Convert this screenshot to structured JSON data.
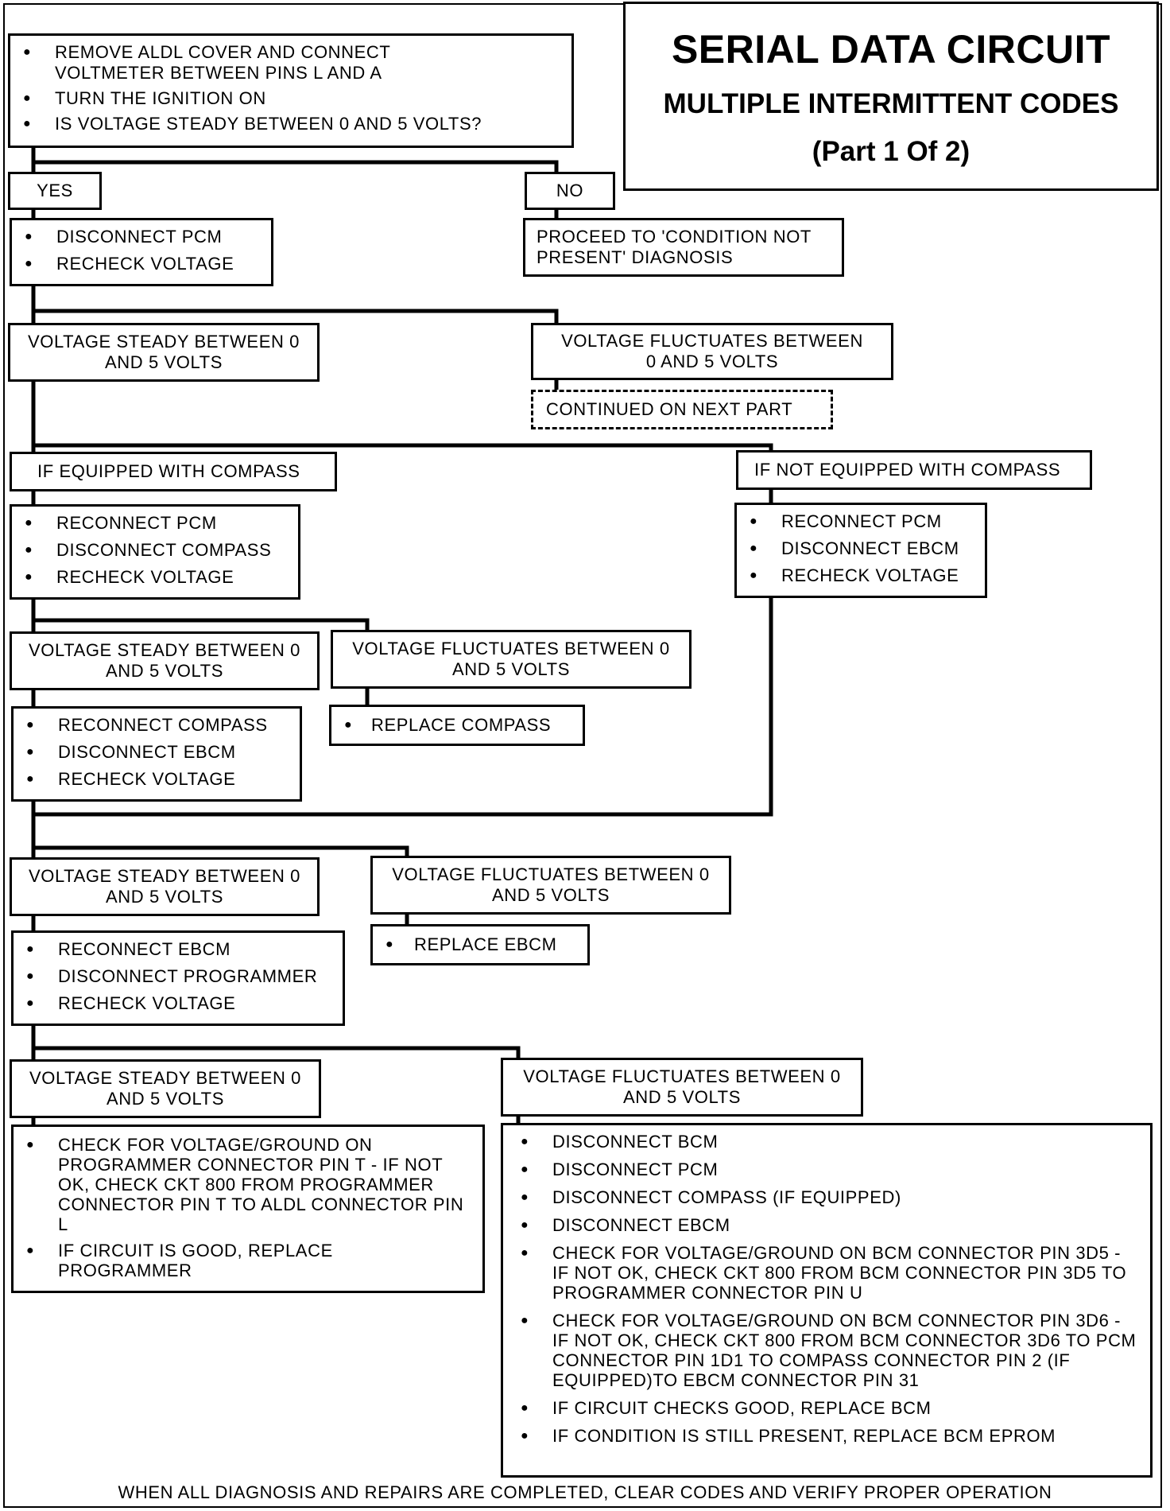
{
  "title": {
    "main": "SERIAL DATA CIRCUIT",
    "sub": "MULTIPLE INTERMITTENT CODES",
    "part": "(Part 1 Of 2)"
  },
  "start": {
    "items": [
      "REMOVE ALDL COVER AND CONNECT VOLTMETER BETWEEN PINS L AND A",
      "TURN THE IGNITION ON",
      "IS VOLTAGE STEADY BETWEEN 0 AND 5 VOLTS?"
    ]
  },
  "yes_label": "YES",
  "no_label": "NO",
  "yes_steps": [
    "DISCONNECT PCM",
    "RECHECK VOLTAGE"
  ],
  "no_action": "PROCEED TO 'CONDITION NOT PRESENT' DIAGNOSIS",
  "steady_1": "VOLTAGE STEADY BETWEEN 0 AND 5 VOLTS",
  "fluct_1": "VOLTAGE FLUCTUATES BETWEEN 0 AND 5 VOLTS",
  "continued": "CONTINUED ON NEXT PART",
  "compass_yes": "IF EQUIPPED WITH COMPASS",
  "compass_no": "IF NOT EQUIPPED WITH COMPASS",
  "compass_yes_steps": [
    "RECONNECT PCM",
    "DISCONNECT COMPASS",
    "RECHECK VOLTAGE"
  ],
  "compass_no_steps": [
    "RECONNECT PCM",
    "DISCONNECT EBCM",
    "RECHECK VOLTAGE"
  ],
  "steady_2": "VOLTAGE STEADY BETWEEN 0 AND 5 VOLTS",
  "fluct_2": "VOLTAGE FLUCTUATES BETWEEN 0 AND 5 VOLTS",
  "steady_2_steps": [
    "RECONNECT COMPASS",
    "DISCONNECT EBCM",
    "RECHECK VOLTAGE"
  ],
  "replace_compass": "REPLACE COMPASS",
  "steady_3": "VOLTAGE STEADY BETWEEN 0 AND 5 VOLTS",
  "fluct_3": "VOLTAGE FLUCTUATES BETWEEN 0 AND 5 VOLTS",
  "steady_3_steps": [
    "RECONNECT EBCM",
    "DISCONNECT PROGRAMMER",
    "RECHECK VOLTAGE"
  ],
  "replace_ebcm": "REPLACE  EBCM",
  "steady_4": "VOLTAGE STEADY BETWEEN 0 AND 5 VOLTS",
  "fluct_4": "VOLTAGE FLUCTUATES BETWEEN 0 AND 5 VOLTS",
  "steady_4_steps": [
    "CHECK FOR VOLTAGE/GROUND ON PROGRAMMER CONNECTOR PIN T - IF NOT OK, CHECK CKT 800 FROM PROGRAMMER CONNECTOR PIN T TO ALDL CONNECTOR PIN L",
    "IF CIRCUIT IS GOOD, REPLACE PROGRAMMER"
  ],
  "fluct_4_steps": [
    "DISCONNECT BCM",
    "DISCONNECT PCM",
    "DISCONNECT COMPASS (IF EQUIPPED)",
    "DISCONNECT EBCM",
    "CHECK FOR VOLTAGE/GROUND ON BCM CONNECTOR PIN 3D5 - IF NOT OK, CHECK CKT 800 FROM BCM CONNECTOR PIN 3D5 TO PROGRAMMER CONNECTOR PIN U",
    "CHECK FOR VOLTAGE/GROUND ON BCM CONNECTOR PIN 3D6 - IF NOT OK, CHECK CKT 800 FROM BCM CONNECTOR 3D6 TO PCM CONNECTOR PIN 1D1 TO COMPASS CONNECTOR PIN 2 (IF EQUIPPED)TO EBCM CONNECTOR PIN 31",
    "IF CIRCUIT CHECKS GOOD, REPLACE BCM",
    "IF CONDITION IS STILL PRESENT, REPLACE BCM EPROM"
  ],
  "footer": "WHEN ALL DIAGNOSIS AND REPAIRS ARE COMPLETED, CLEAR CODES AND VERIFY PROPER OPERATION"
}
